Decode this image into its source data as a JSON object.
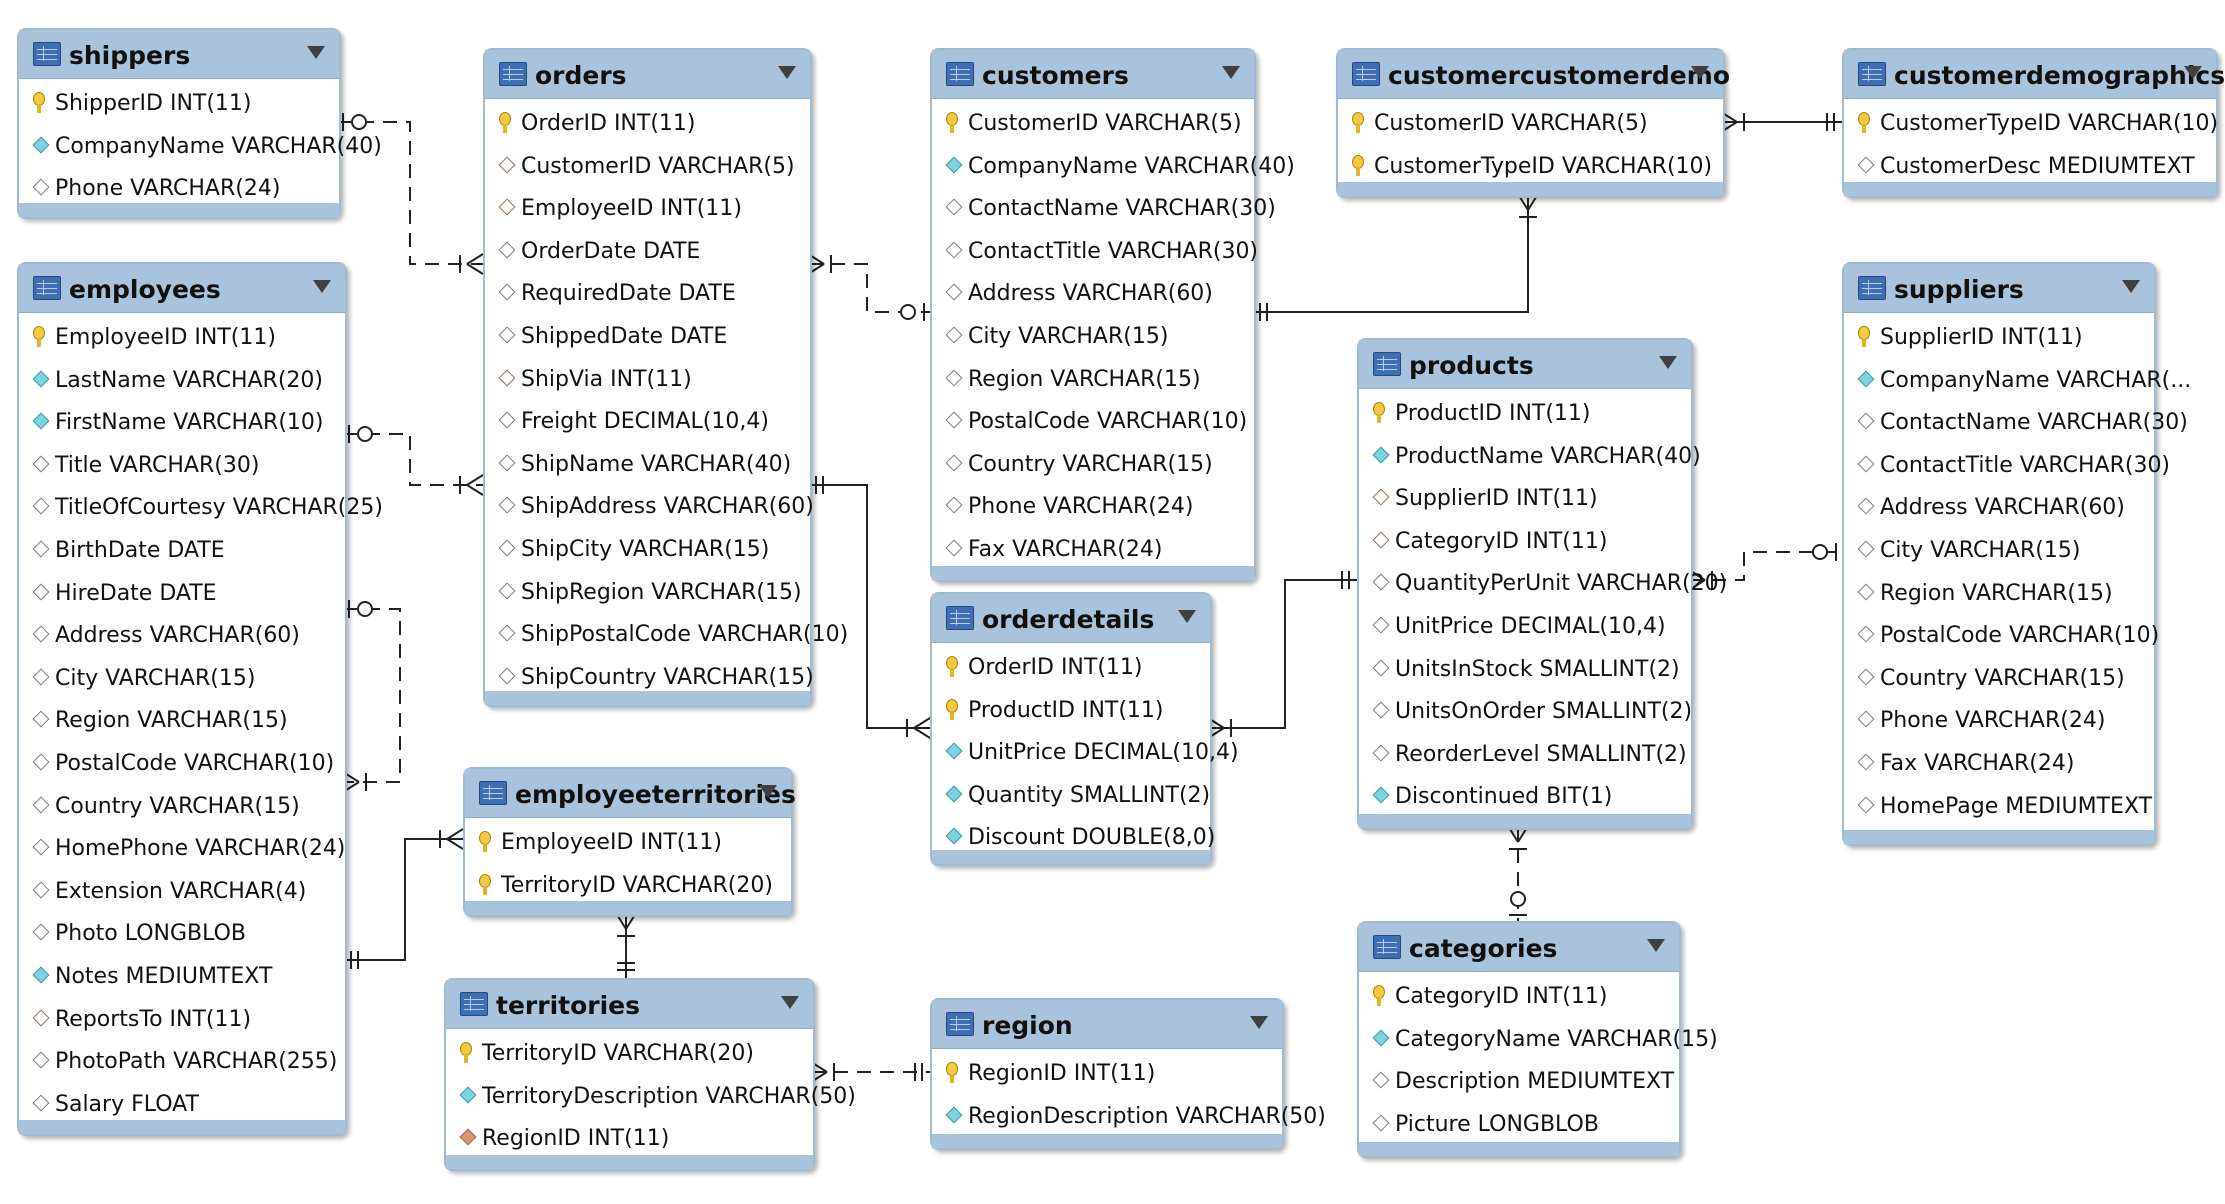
{
  "tables": {
    "shippers": {
      "title": "shippers",
      "columns": [
        {
          "text": "ShipperID INT(11)",
          "icon": "primary-key-icon"
        },
        {
          "text": "CompanyName VARCHAR(40)",
          "icon": "not-null-column-icon"
        },
        {
          "text": "Phone VARCHAR(24)",
          "icon": "nullable-column-icon"
        }
      ]
    },
    "employees": {
      "title": "employees",
      "columns": [
        {
          "text": "EmployeeID INT(11)",
          "icon": "primary-key-icon"
        },
        {
          "text": "LastName VARCHAR(20)",
          "icon": "not-null-column-icon"
        },
        {
          "text": "FirstName VARCHAR(10)",
          "icon": "not-null-column-icon"
        },
        {
          "text": "Title VARCHAR(30)",
          "icon": "nullable-column-icon"
        },
        {
          "text": "TitleOfCourtesy VARCHAR(25)",
          "icon": "nullable-column-icon"
        },
        {
          "text": "BirthDate DATE",
          "icon": "nullable-column-icon"
        },
        {
          "text": "HireDate DATE",
          "icon": "nullable-column-icon"
        },
        {
          "text": "Address VARCHAR(60)",
          "icon": "nullable-column-icon"
        },
        {
          "text": "City VARCHAR(15)",
          "icon": "nullable-column-icon"
        },
        {
          "text": "Region VARCHAR(15)",
          "icon": "nullable-column-icon"
        },
        {
          "text": "PostalCode VARCHAR(10)",
          "icon": "nullable-column-icon"
        },
        {
          "text": "Country VARCHAR(15)",
          "icon": "nullable-column-icon"
        },
        {
          "text": "HomePhone VARCHAR(24)",
          "icon": "nullable-column-icon"
        },
        {
          "text": "Extension VARCHAR(4)",
          "icon": "nullable-column-icon"
        },
        {
          "text": "Photo LONGBLOB",
          "icon": "nullable-column-icon"
        },
        {
          "text": "Notes MEDIUMTEXT",
          "icon": "not-null-column-icon"
        },
        {
          "text": "ReportsTo INT(11)",
          "icon": "foreign-key-icon"
        },
        {
          "text": "PhotoPath VARCHAR(255)",
          "icon": "nullable-column-icon"
        },
        {
          "text": "Salary FLOAT",
          "icon": "nullable-column-icon"
        }
      ]
    },
    "orders": {
      "title": "orders",
      "columns": [
        {
          "text": "OrderID INT(11)",
          "icon": "primary-key-icon"
        },
        {
          "text": "CustomerID VARCHAR(5)",
          "icon": "foreign-key-icon"
        },
        {
          "text": "EmployeeID INT(11)",
          "icon": "foreign-key-icon"
        },
        {
          "text": "OrderDate DATE",
          "icon": "nullable-column-icon"
        },
        {
          "text": "RequiredDate DATE",
          "icon": "nullable-column-icon"
        },
        {
          "text": "ShippedDate DATE",
          "icon": "nullable-column-icon"
        },
        {
          "text": "ShipVia INT(11)",
          "icon": "foreign-key-icon"
        },
        {
          "text": "Freight DECIMAL(10,4)",
          "icon": "nullable-column-icon"
        },
        {
          "text": "ShipName VARCHAR(40)",
          "icon": "nullable-column-icon"
        },
        {
          "text": "ShipAddress VARCHAR(60)",
          "icon": "nullable-column-icon"
        },
        {
          "text": "ShipCity VARCHAR(15)",
          "icon": "nullable-column-icon"
        },
        {
          "text": "ShipRegion VARCHAR(15)",
          "icon": "nullable-column-icon"
        },
        {
          "text": "ShipPostalCode VARCHAR(10)",
          "icon": "nullable-column-icon"
        },
        {
          "text": "ShipCountry VARCHAR(15)",
          "icon": "nullable-column-icon"
        }
      ]
    },
    "customers": {
      "title": "customers",
      "columns": [
        {
          "text": "CustomerID VARCHAR(5)",
          "icon": "primary-key-icon"
        },
        {
          "text": "CompanyName VARCHAR(40)",
          "icon": "not-null-column-icon"
        },
        {
          "text": "ContactName VARCHAR(30)",
          "icon": "nullable-column-icon"
        },
        {
          "text": "ContactTitle VARCHAR(30)",
          "icon": "nullable-column-icon"
        },
        {
          "text": "Address VARCHAR(60)",
          "icon": "nullable-column-icon"
        },
        {
          "text": "City VARCHAR(15)",
          "icon": "nullable-column-icon"
        },
        {
          "text": "Region VARCHAR(15)",
          "icon": "nullable-column-icon"
        },
        {
          "text": "PostalCode VARCHAR(10)",
          "icon": "nullable-column-icon"
        },
        {
          "text": "Country VARCHAR(15)",
          "icon": "nullable-column-icon"
        },
        {
          "text": "Phone VARCHAR(24)",
          "icon": "nullable-column-icon"
        },
        {
          "text": "Fax VARCHAR(24)",
          "icon": "nullable-column-icon"
        }
      ]
    },
    "customercustomerdemo": {
      "title": "customercustomerdemo",
      "columns": [
        {
          "text": "CustomerID VARCHAR(5)",
          "icon": "primary-key-icon"
        },
        {
          "text": "CustomerTypeID VARCHAR(10)",
          "icon": "primary-key-icon"
        }
      ]
    },
    "customerdemographics": {
      "title": "customerdemographics",
      "columns": [
        {
          "text": "CustomerTypeID VARCHAR(10)",
          "icon": "primary-key-icon"
        },
        {
          "text": "CustomerDesc MEDIUMTEXT",
          "icon": "nullable-column-icon"
        }
      ]
    },
    "suppliers": {
      "title": "suppliers",
      "columns": [
        {
          "text": "SupplierID INT(11)",
          "icon": "primary-key-icon"
        },
        {
          "text": "CompanyName VARCHAR(...",
          "icon": "not-null-column-icon"
        },
        {
          "text": "ContactName VARCHAR(30)",
          "icon": "nullable-column-icon"
        },
        {
          "text": "ContactTitle VARCHAR(30)",
          "icon": "nullable-column-icon"
        },
        {
          "text": "Address VARCHAR(60)",
          "icon": "nullable-column-icon"
        },
        {
          "text": "City VARCHAR(15)",
          "icon": "nullable-column-icon"
        },
        {
          "text": "Region VARCHAR(15)",
          "icon": "nullable-column-icon"
        },
        {
          "text": "PostalCode VARCHAR(10)",
          "icon": "nullable-column-icon"
        },
        {
          "text": "Country VARCHAR(15)",
          "icon": "nullable-column-icon"
        },
        {
          "text": "Phone VARCHAR(24)",
          "icon": "nullable-column-icon"
        },
        {
          "text": "Fax VARCHAR(24)",
          "icon": "nullable-column-icon"
        },
        {
          "text": "HomePage MEDIUMTEXT",
          "icon": "nullable-column-icon"
        }
      ]
    },
    "products": {
      "title": "products",
      "columns": [
        {
          "text": "ProductID INT(11)",
          "icon": "primary-key-icon"
        },
        {
          "text": "ProductName VARCHAR(40)",
          "icon": "not-null-column-icon"
        },
        {
          "text": "SupplierID INT(11)",
          "icon": "foreign-key-icon"
        },
        {
          "text": "CategoryID INT(11)",
          "icon": "foreign-key-icon"
        },
        {
          "text": "QuantityPerUnit VARCHAR(20)",
          "icon": "nullable-column-icon"
        },
        {
          "text": "UnitPrice DECIMAL(10,4)",
          "icon": "nullable-column-icon"
        },
        {
          "text": "UnitsInStock SMALLINT(2)",
          "icon": "nullable-column-icon"
        },
        {
          "text": "UnitsOnOrder SMALLINT(2)",
          "icon": "nullable-column-icon"
        },
        {
          "text": "ReorderLevel SMALLINT(2)",
          "icon": "nullable-column-icon"
        },
        {
          "text": "Discontinued BIT(1)",
          "icon": "not-null-column-icon"
        }
      ]
    },
    "orderdetails": {
      "title": "orderdetails",
      "columns": [
        {
          "text": "OrderID INT(11)",
          "icon": "primary-key-icon"
        },
        {
          "text": "ProductID INT(11)",
          "icon": "primary-key-icon"
        },
        {
          "text": "UnitPrice DECIMAL(10,4)",
          "icon": "not-null-column-icon"
        },
        {
          "text": "Quantity SMALLINT(2)",
          "icon": "not-null-column-icon"
        },
        {
          "text": "Discount DOUBLE(8,0)",
          "icon": "not-null-column-icon"
        }
      ]
    },
    "employeeterritories": {
      "title": "employeeterritories",
      "columns": [
        {
          "text": "EmployeeID INT(11)",
          "icon": "primary-key-icon"
        },
        {
          "text": "TerritoryID VARCHAR(20)",
          "icon": "primary-key-icon"
        }
      ]
    },
    "territories": {
      "title": "territories",
      "columns": [
        {
          "text": "TerritoryID VARCHAR(20)",
          "icon": "primary-key-icon"
        },
        {
          "text": "TerritoryDescription VARCHAR(50)",
          "icon": "not-null-column-icon"
        },
        {
          "text": "RegionID INT(11)",
          "icon": "foreign-key-not-null-icon"
        }
      ]
    },
    "categories": {
      "title": "categories",
      "columns": [
        {
          "text": "CategoryID INT(11)",
          "icon": "primary-key-icon"
        },
        {
          "text": "CategoryName VARCHAR(15)",
          "icon": "not-null-column-icon"
        },
        {
          "text": "Description MEDIUMTEXT",
          "icon": "nullable-column-icon"
        },
        {
          "text": "Picture LONGBLOB",
          "icon": "nullable-column-icon"
        }
      ]
    },
    "region": {
      "title": "region",
      "columns": [
        {
          "text": "RegionID INT(11)",
          "icon": "primary-key-icon"
        },
        {
          "text": "RegionDescription VARCHAR(50)",
          "icon": "not-null-column-icon"
        }
      ]
    }
  },
  "relationships": [
    {
      "from": "orders",
      "to": "shippers",
      "identifying": false
    },
    {
      "from": "orders",
      "to": "employees",
      "identifying": false
    },
    {
      "from": "employees",
      "to": "employees",
      "identifying": false
    },
    {
      "from": "orders",
      "to": "customers",
      "identifying": false
    },
    {
      "from": "customercustomerdemo",
      "to": "customers",
      "identifying": true
    },
    {
      "from": "customercustomerdemo",
      "to": "customerdemographics",
      "identifying": true
    },
    {
      "from": "orderdetails",
      "to": "orders",
      "identifying": true
    },
    {
      "from": "orderdetails",
      "to": "products",
      "identifying": true
    },
    {
      "from": "products",
      "to": "suppliers",
      "identifying": false
    },
    {
      "from": "products",
      "to": "categories",
      "identifying": false
    },
    {
      "from": "employeeterritories",
      "to": "employees",
      "identifying": true
    },
    {
      "from": "employeeterritories",
      "to": "territories",
      "identifying": true
    },
    {
      "from": "territories",
      "to": "region",
      "identifying": true
    }
  ],
  "colors": {
    "header": "#a9c3dc",
    "border": "#9fbad3",
    "line": "#222222",
    "key": "#f5c842",
    "filled_diamond": "#7cd3e0"
  }
}
